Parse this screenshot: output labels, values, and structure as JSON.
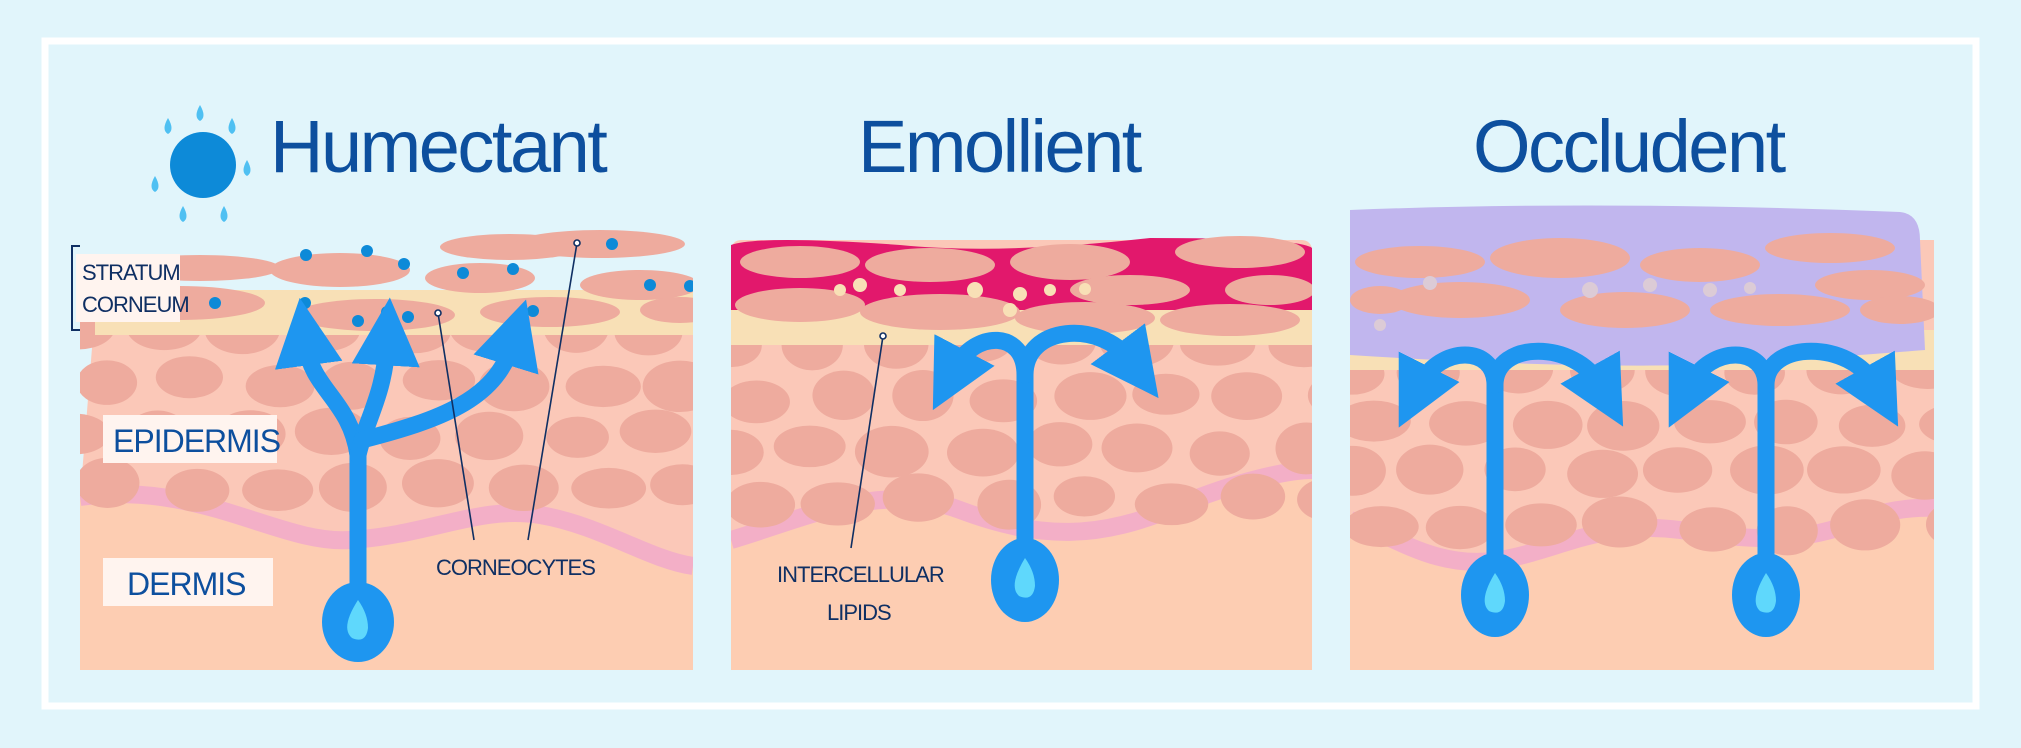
{
  "panels": [
    {
      "title": "Humectant"
    },
    {
      "title": "Emollient"
    },
    {
      "title": "Occludent"
    }
  ],
  "labels": {
    "stratum_corneum_line1": "STRATUM",
    "stratum_corneum_line2": "CORNEUM",
    "epidermis": "EPIDERMIS",
    "dermis": "DERMIS",
    "corneocytes": "CORNEOCYTES",
    "intercellular_line1": "INTERCELLULAR",
    "intercellular_line2": "LIPIDS"
  },
  "colors": {
    "background": "#e1f5fb",
    "title": "#0d4f9e",
    "water_blue": "#1e96f0",
    "droplet_inner": "#5fd8fc",
    "emollient_layer": "#e2186c",
    "occlusive_layer": "#c1b6ee",
    "epidermis": "#fbc8b8",
    "dermis": "#fdcdb2",
    "cells": "#eeab9e",
    "lipids": "#f8e0b6",
    "basement_wave": "#f3afc7"
  }
}
